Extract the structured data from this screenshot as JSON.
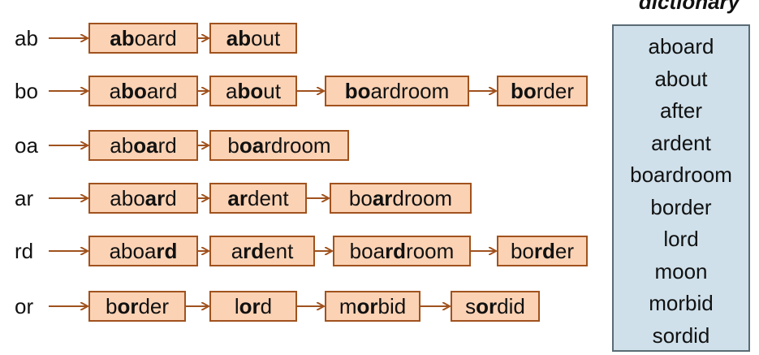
{
  "arrow_color": "#a0521e",
  "box_fill": "#fbd2b4",
  "dictionary_fill": "#cfe0ea",
  "dictionary": {
    "title": "dictionary",
    "words": [
      "aboard",
      "about",
      "after",
      "ardent",
      "boardroom",
      "border",
      "lord",
      "moon",
      "morbid",
      "sordid"
    ]
  },
  "rows": [
    {
      "bigram": "ab",
      "words": [
        {
          "pre": "",
          "match": "ab",
          "post": "oard"
        },
        {
          "pre": "",
          "match": "ab",
          "post": "out"
        }
      ]
    },
    {
      "bigram": "bo",
      "words": [
        {
          "pre": "a",
          "match": "bo",
          "post": "ard"
        },
        {
          "pre": "a",
          "match": "bo",
          "post": "ut"
        },
        {
          "pre": "",
          "match": "bo",
          "post": "ardroom"
        },
        {
          "pre": "",
          "match": "bo",
          "post": "rder"
        }
      ]
    },
    {
      "bigram": "oa",
      "words": [
        {
          "pre": "ab",
          "match": "oa",
          "post": "rd"
        },
        {
          "pre": "b",
          "match": "oa",
          "post": "rdroom"
        }
      ]
    },
    {
      "bigram": "ar",
      "words": [
        {
          "pre": "abo",
          "match": "ar",
          "post": "d"
        },
        {
          "pre": "",
          "match": "ar",
          "post": "dent"
        },
        {
          "pre": "bo",
          "match": "ar",
          "post": "droom"
        }
      ]
    },
    {
      "bigram": "rd",
      "words": [
        {
          "pre": "aboa",
          "match": "rd",
          "post": ""
        },
        {
          "pre": "a",
          "match": "rd",
          "post": "ent"
        },
        {
          "pre": "boa",
          "match": "rd",
          "post": "room"
        },
        {
          "pre": "bo",
          "match": "rd",
          "post": "er"
        }
      ]
    },
    {
      "bigram": "or",
      "words": [
        {
          "pre": "b",
          "match": "or",
          "post": "der"
        },
        {
          "pre": "l",
          "match": "or",
          "post": "d"
        },
        {
          "pre": "m",
          "match": "or",
          "post": "bid"
        },
        {
          "pre": "s",
          "match": "or",
          "post": "did"
        }
      ]
    }
  ]
}
